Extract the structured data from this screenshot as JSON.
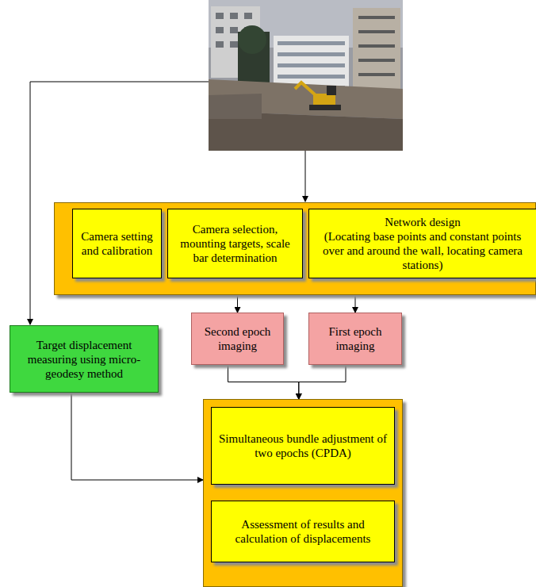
{
  "diagram": {
    "nodes": [
      {
        "text": []
      },
      {
        "text": [
          "Camera setting and calibration"
        ],
        "in": 0
      },
      {
        "text": [
          "Camera selection, mounting targets, scale bar determination"
        ],
        "in": 0
      },
      {
        "text": [
          "Network design",
          "(Locating base points and constant points over and around the wall, locating camera stations)"
        ],
        "in": 0
      },
      {
        "text": [
          "Target displacement measuring using micro-geodesy method"
        ]
      },
      {
        "text": [
          "Second epoch imaging"
        ]
      },
      {
        "text": [
          "First epoch imaging"
        ]
      },
      {
        "text": []
      },
      {
        "text": [
          "Simultaneous bundle adjustment of two epochs (CPDA)"
        ],
        "in": 7
      },
      {
        "text": [
          "Assessment of results and calculation of displacements"
        ],
        "in": 7
      }
    ],
    "edges": [
      {
        "from": 0,
        "to": 5,
        "arrow": "to"
      },
      {
        "from": 0,
        "to": 6,
        "arrow": "to"
      },
      {
        "from": 5,
        "to": 7,
        "arrow": "to"
      },
      {
        "from": 6,
        "to": 7,
        "arrow": "to"
      },
      {
        "from": 4,
        "to": 7,
        "arrow": "to"
      },
      {
        "from": 8,
        "to": 9,
        "arrow": "to"
      }
    ]
  }
}
